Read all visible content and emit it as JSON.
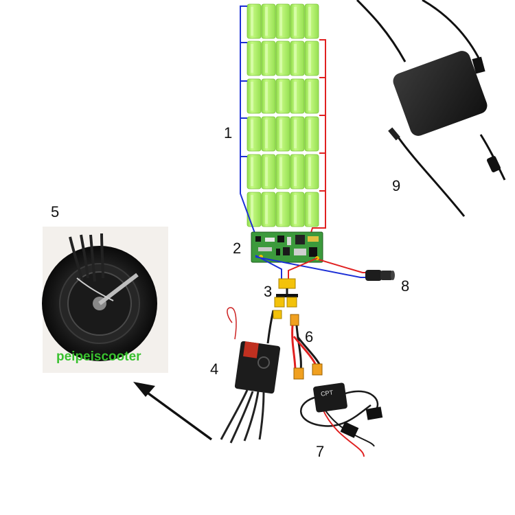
{
  "labels": {
    "battery_pack": "1",
    "bms_board": "2",
    "y_connector": "3",
    "controller": "4",
    "hub_motor": "5",
    "splitter_cable": "6",
    "usb_converter": "7",
    "dc_jack": "8",
    "charger": "9"
  },
  "watermark": "peipeiscooter",
  "converter_brand": "CPT",
  "colors": {
    "cell_green": "#b7f56a",
    "negative_wire": "#1c2fd6",
    "positive_wire": "#e02020",
    "pcb_green": "#3c9a3c",
    "connector_yellow": "#f3c20a",
    "watermark_green": "#39c12f"
  }
}
